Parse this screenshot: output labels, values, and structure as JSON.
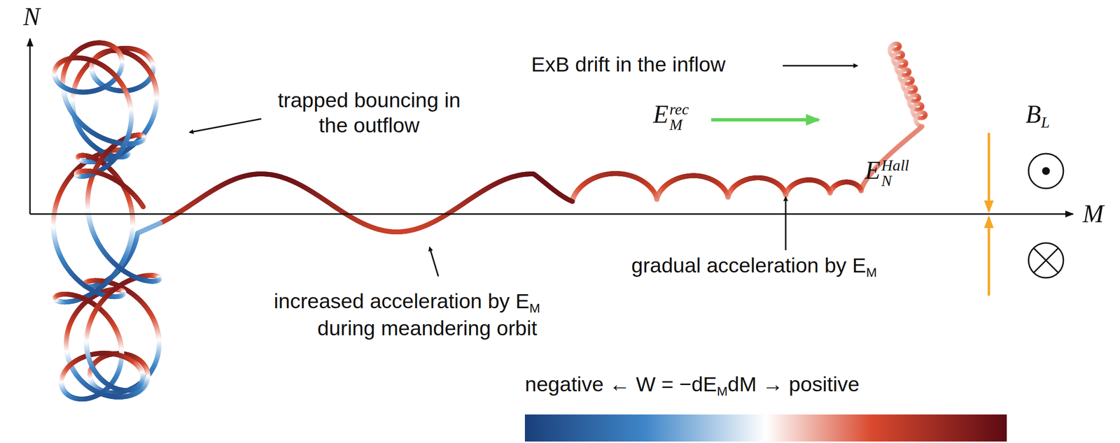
{
  "diagram": {
    "labels": [
      "N",
      "M",
      "ExB drift in the inflow",
      "trapped bouncing in the outflow",
      "E",
      "rec",
      "M",
      "B",
      "L",
      "E",
      "Hall",
      "N",
      "gradual acceleration by E",
      "M",
      "increased acceleration by E",
      "M",
      "during meandering orbit",
      "negative ← W = −dE",
      "M",
      "dM → positive"
    ]
  }
}
